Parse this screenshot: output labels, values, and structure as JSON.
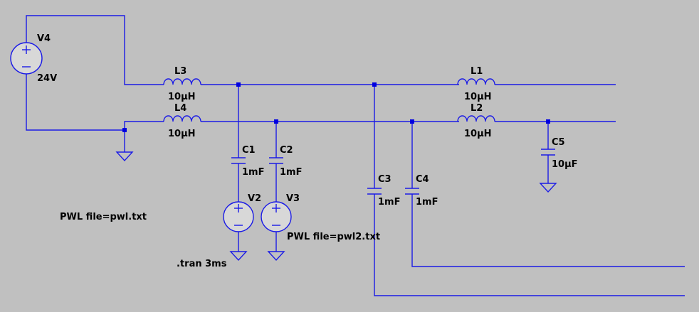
{
  "components": {
    "V4": {
      "name": "V4",
      "value": "24V"
    },
    "L3": {
      "name": "L3",
      "value": "10µH"
    },
    "L4": {
      "name": "L4",
      "value": "10µH"
    },
    "L1": {
      "name": "L1",
      "value": "10µH"
    },
    "L2": {
      "name": "L2",
      "value": "10µH"
    },
    "C1": {
      "name": "C1",
      "value": "1mF"
    },
    "C2": {
      "name": "C2",
      "value": "1mF"
    },
    "C3": {
      "name": "C3",
      "value": "1mF"
    },
    "C4": {
      "name": "C4",
      "value": "1mF"
    },
    "C5": {
      "name": "C5",
      "value": "10µF"
    },
    "V2": {
      "name": "V2"
    },
    "V3": {
      "name": "V3"
    }
  },
  "directives": {
    "pwl1": "PWL file=pwl.txt",
    "pwl2": "PWL file=pwl2.txt",
    "tran": ".tran 3ms"
  },
  "colors": {
    "background": "#c0c0c0",
    "wire": "#1a1ae6",
    "junction": "#0000e0",
    "text": "#000000"
  }
}
